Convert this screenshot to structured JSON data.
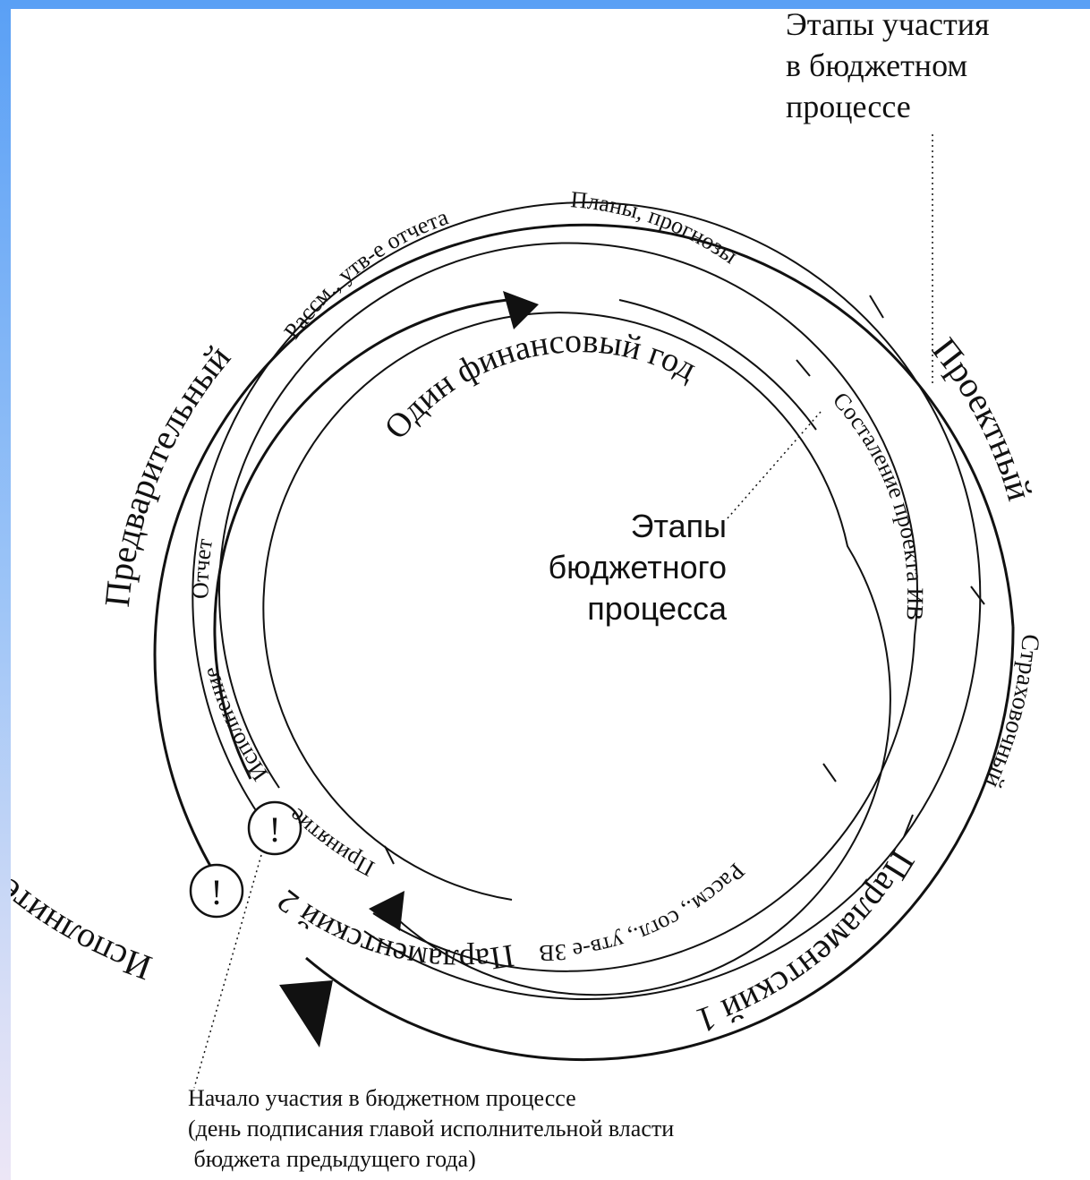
{
  "labels": {
    "participation_title": [
      "Этапы участия",
      "в бюджетном",
      "процессе"
    ],
    "center_title": [
      "Этапы",
      "бюджетного",
      "процесса"
    ],
    "start_note": [
      "Начало участия в бюджетном процессе",
      "(день подписания главой исполнительной власти",
      " бюджета предыдущего года)"
    ],
    "exclamation": "!"
  },
  "outer_ring": {
    "preliminary": "Предварительный",
    "project": "Проектный",
    "insurance": "Страховочный",
    "parliamentary_1": "Парламентский 1",
    "parliamentary_2": "Парламентский 2",
    "executive": "Исполнительный   этап участия",
    "separator": "|"
  },
  "inner_ring": {
    "one_fiscal_year": "Один финансовый год",
    "review_report": "Рассм., утв-е отчета",
    "plans": "Планы, прогнозы",
    "draft": "Состаление проекта ИВ",
    "review_approve": "Рассм., согл., утв-е ЗВ",
    "adoption": "Принятие",
    "execution": "Исполнение",
    "report": "Отчет"
  },
  "colors": {
    "ink": "#111111",
    "background_top": "#5aa0f5",
    "background_bottom": "#ece6f6",
    "canvas": "#ffffff"
  }
}
